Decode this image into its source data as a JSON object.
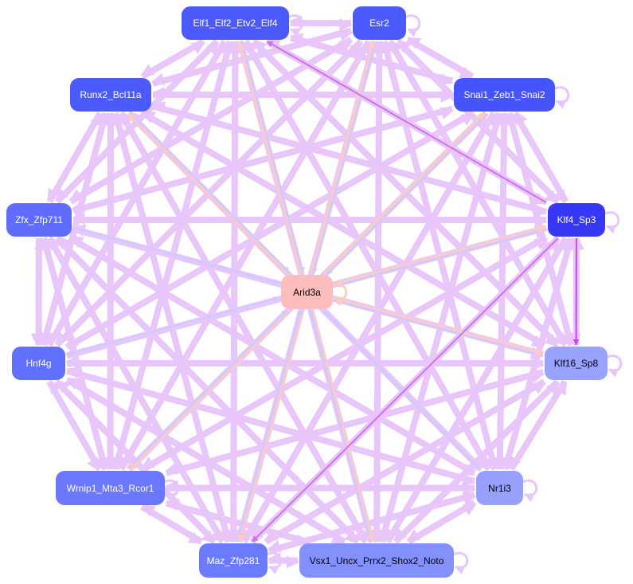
{
  "nodes": [
    {
      "id": "Elf1_Elf2_Etv2_Elf4",
      "color": "#4a5aff",
      "text": "#ffffff"
    },
    {
      "id": "Esr2",
      "color": "#4a5aff",
      "text": "#ffffff"
    },
    {
      "id": "Runx2_Bcl11a",
      "color": "#4b5bff",
      "text": "#ffffff"
    },
    {
      "id": "Snai1_Zeb1_Snai2",
      "color": "#4654ff",
      "text": "#ffffff"
    },
    {
      "id": "Zfx_Zfp711",
      "color": "#5f6cff",
      "text": "#ffffff"
    },
    {
      "id": "Klf4_Sp3",
      "color": "#3638f5",
      "text": "#ffffff"
    },
    {
      "id": "Arid3a",
      "color": "#ffbcbc",
      "text": "#000000"
    },
    {
      "id": "Hnf4g",
      "color": "#6070ff",
      "text": "#ffffff"
    },
    {
      "id": "Klf16_Sp8",
      "color": "#9aa2ff",
      "text": "#000000"
    },
    {
      "id": "Wrnip1_Mta3_Rcor1",
      "color": "#6a78ff",
      "text": "#ffffff"
    },
    {
      "id": "Nr1i3",
      "color": "#98a0ff",
      "text": "#000000"
    },
    {
      "id": "Maz_Zfp281",
      "color": "#6b7bff",
      "text": "#ffffff"
    },
    {
      "id": "Vsx1_Uncx_Prrx2_Shox2_Noto",
      "color": "#8590ff",
      "text": "#000000"
    }
  ],
  "edge_colors": {
    "default": "#e8c6fb",
    "to_hub": "#c8ccff",
    "from_hub": "#ffcbbf",
    "strong": "#cc44ff",
    "medium": "#d070f0"
  },
  "hub": "Arid3a",
  "complete_among": [
    "Elf1_Elf2_Etv2_Elf4",
    "Esr2",
    "Runx2_Bcl11a",
    "Snai1_Zeb1_Snai2",
    "Zfx_Zfp711",
    "Klf4_Sp3",
    "Hnf4g",
    "Klf16_Sp8",
    "Wrnip1_Mta3_Rcor1",
    "Nr1i3",
    "Maz_Zfp281",
    "Vsx1_Uncx_Prrx2_Shox2_Noto"
  ],
  "to_hub": [
    "Elf1_Elf2_Etv2_Elf4",
    "Esr2",
    "Runx2_Bcl11a",
    "Snai1_Zeb1_Snai2",
    "Zfx_Zfp711",
    "Klf4_Sp3",
    "Hnf4g",
    "Klf16_Sp8",
    "Wrnip1_Mta3_Rcor1",
    "Nr1i3",
    "Maz_Zfp281",
    "Vsx1_Uncx_Prrx2_Shox2_Noto"
  ],
  "from_hub": [
    "Elf1_Elf2_Etv2_Elf4",
    "Esr2",
    "Runx2_Bcl11a",
    "Snai1_Zeb1_Snai2",
    "Klf4_Sp3",
    "Klf16_Sp8",
    "Wrnip1_Mta3_Rcor1",
    "Maz_Zfp281",
    "Vsx1_Uncx_Prrx2_Shox2_Noto"
  ],
  "special_edges": [
    {
      "from": "Klf4_Sp3",
      "to": "Klf16_Sp8",
      "kind": "strong"
    },
    {
      "from": "Klf4_Sp3",
      "to": "Elf1_Elf2_Etv2_Elf4",
      "kind": "medium"
    },
    {
      "from": "Klf4_Sp3",
      "to": "Maz_Zfp281",
      "kind": "medium"
    }
  ],
  "self_loops": [
    "Elf1_Elf2_Etv2_Elf4",
    "Esr2",
    "Snai1_Zeb1_Snai2",
    "Klf4_Sp3",
    "Arid3a",
    "Klf16_Sp8",
    "Wrnip1_Mta3_Rcor1",
    "Nr1i3",
    "Maz_Zfp281",
    "Vsx1_Uncx_Prrx2_Shox2_Noto"
  ]
}
